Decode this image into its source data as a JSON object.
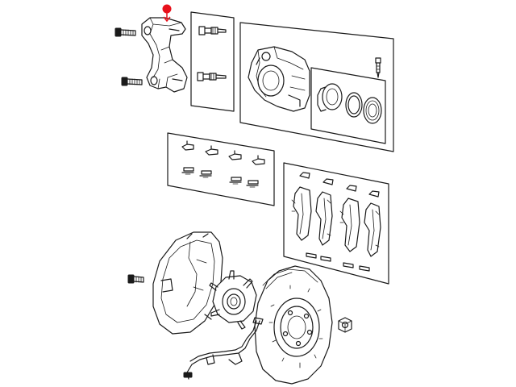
{
  "diagram": {
    "style": "black line-art exploded parts diagram on white background",
    "highlight_color": "#e8111b",
    "highlighted_part": "caliper-mounting-bracket",
    "parts": [
      "bracket-bolt",
      "caliper-mounting-bracket",
      "guide-pin-kit",
      "brake-caliper",
      "caliper-piston-seal-kit",
      "bleeder-screw",
      "pad-hardware-kit",
      "brake-pad-set",
      "dust-shield-bolt",
      "brake-dust-shield",
      "hub-bearing-assembly",
      "brake-rotor",
      "lug-nut",
      "wheel-speed-sensor"
    ]
  }
}
